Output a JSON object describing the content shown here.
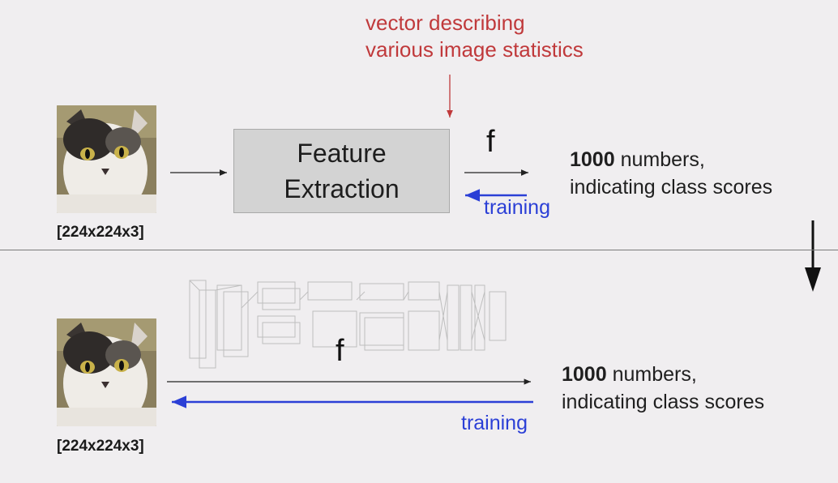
{
  "top": {
    "note_line1": "vector describing",
    "note_line2": "various image statistics",
    "input_dims": "[224x224x3]",
    "box_line1": "Feature",
    "box_line2": "Extraction",
    "f_symbol": "f",
    "scores_bold": "1000",
    "scores_rest": " numbers,",
    "scores_line2": "indicating class scores",
    "training": "training"
  },
  "bottom": {
    "input_dims": "[224x224x3]",
    "f_symbol": "f",
    "scores_bold": "1000",
    "scores_rest": " numbers,",
    "scores_line2": "indicating class scores",
    "training": "training"
  },
  "colors": {
    "note": "#c0393b",
    "training": "#2b3fd6",
    "box_fill": "#d3d3d3",
    "background": "#f0eef0"
  },
  "icons": {
    "cat_image": "cat-photo",
    "cnn_diagram": "cnn-architecture-diagram",
    "down_arrow": "down-arrow-icon"
  }
}
